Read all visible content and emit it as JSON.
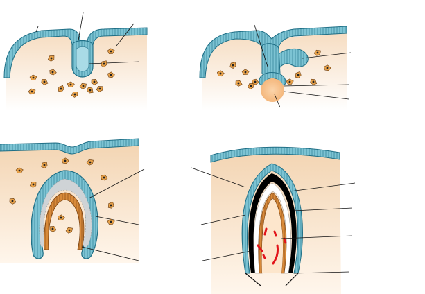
{
  "diagram": {
    "description_labels": [],
    "colors": {
      "epithelium": "#7cc3d3",
      "epithelium_stroke": "#1f6f86",
      "mesenchyme": "#f6dcc0",
      "mesenchyme_fade": "#ffffff",
      "cell_fill": "#e8a24a",
      "cell_nucleus": "#222222",
      "dental_papilla": "#f7c89a",
      "enamel_reticulum": "#c8c8c8",
      "odontoblast": "#d88a3a",
      "enamel": "#000000",
      "dentin": "#ffffff",
      "pulp_vessels": "#e2141a",
      "leader_line": "#111111"
    },
    "panels": [
      {
        "id": "bud-stage",
        "name": "panel-bud-stage"
      },
      {
        "id": "cap-stage",
        "name": "panel-cap-stage"
      },
      {
        "id": "bell-stage",
        "name": "panel-bell-stage"
      },
      {
        "id": "crown-stage",
        "name": "panel-crown-stage"
      }
    ]
  }
}
